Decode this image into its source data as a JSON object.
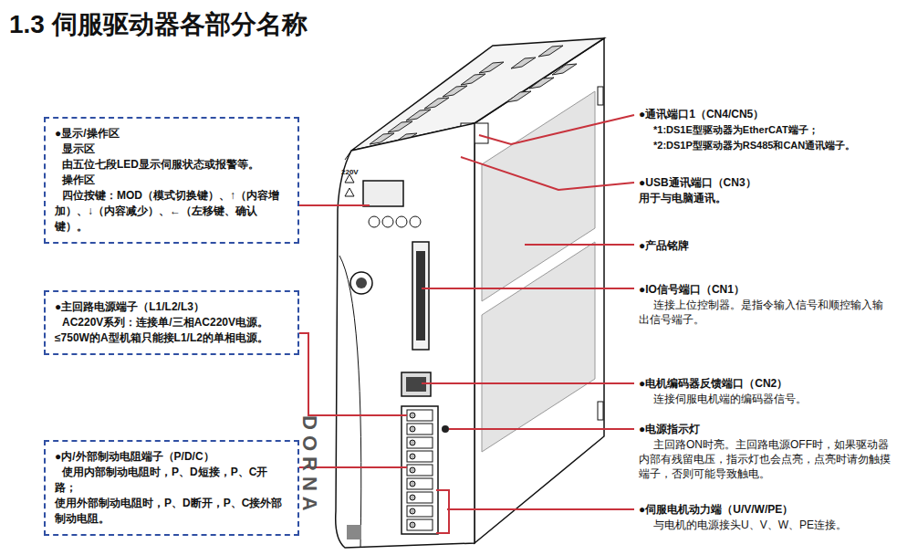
{
  "diagram": {
    "title": "1.3 伺服驱动器各部分名称",
    "nodes": [
      {
        "text": [
          "●显示/操作区",
          "显示区",
          "由五位七段LED显示伺服状态或报警等。",
          "操作区",
          "四位按键：MOD（模式切换键）、↑（内容增加）、↓（内容减少）、←（左移键、确认键）。"
        ]
      },
      {
        "text": [
          "●主回路电源端子（L1/L2/L3）",
          "AC220V系列：连接单/三相AC220V电源。≤750W的A型机箱只能接L1/L2的单相电源。"
        ]
      },
      {
        "text": [
          "●内/外部制动电阻端子（P/D/C）",
          "使用内部制动电阻时，P、D短接，P、C开路；",
          "使用外部制动电阻时，P、D断开，P、C接外部制动电阻。"
        ]
      }
    ],
    "labels": [
      "220V",
      "DORNA",
      "●通讯端口1（CN4/CN5）",
      "*1:DS1E型驱动器为EtherCAT端子；",
      "*2:DS1P型驱动器为RS485和CAN通讯端子。",
      "●USB通讯端口（CN3）",
      "用于与电脑通讯。",
      "●产品铭牌",
      "●IO信号端口（CN1）",
      "连接上位控制器。是指令输入信号和顺控输入输出信号端子。",
      "●电机编码器反馈端口（CN2）",
      "连接伺服电机端的编码器信号。",
      "●电源指示灯",
      "主回路ON时亮。主回路电源OFF时，如果驱动器内部有残留电压，指示灯也会点亮，点亮时请勿触摸端子，否则可能导致触电。",
      "●伺服电机动力端（U/V/W/PE）",
      "与电机的电源接头U、V、W、PE连接。"
    ]
  }
}
